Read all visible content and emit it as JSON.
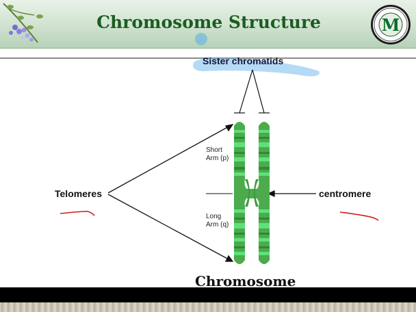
{
  "slide": {
    "title": "Chromosome Structure",
    "seal_letter": "M"
  },
  "diagram": {
    "sister_chromatids_label": "Sister chromatids",
    "telomeres_label": "Telomeres",
    "centromere_label": "centromere",
    "short_arm_label": "Short Arm (p)",
    "long_arm_label": "Long Arm (q)",
    "chromosome_label": "Chromosome"
  },
  "colors": {
    "title": "#1c5d21",
    "chromatid": "#4bab4d",
    "band_light": "#5fe07c",
    "band_dark": "#2d8a36",
    "highlight": "#5aaee8",
    "ink_red": "#d11a1a"
  }
}
